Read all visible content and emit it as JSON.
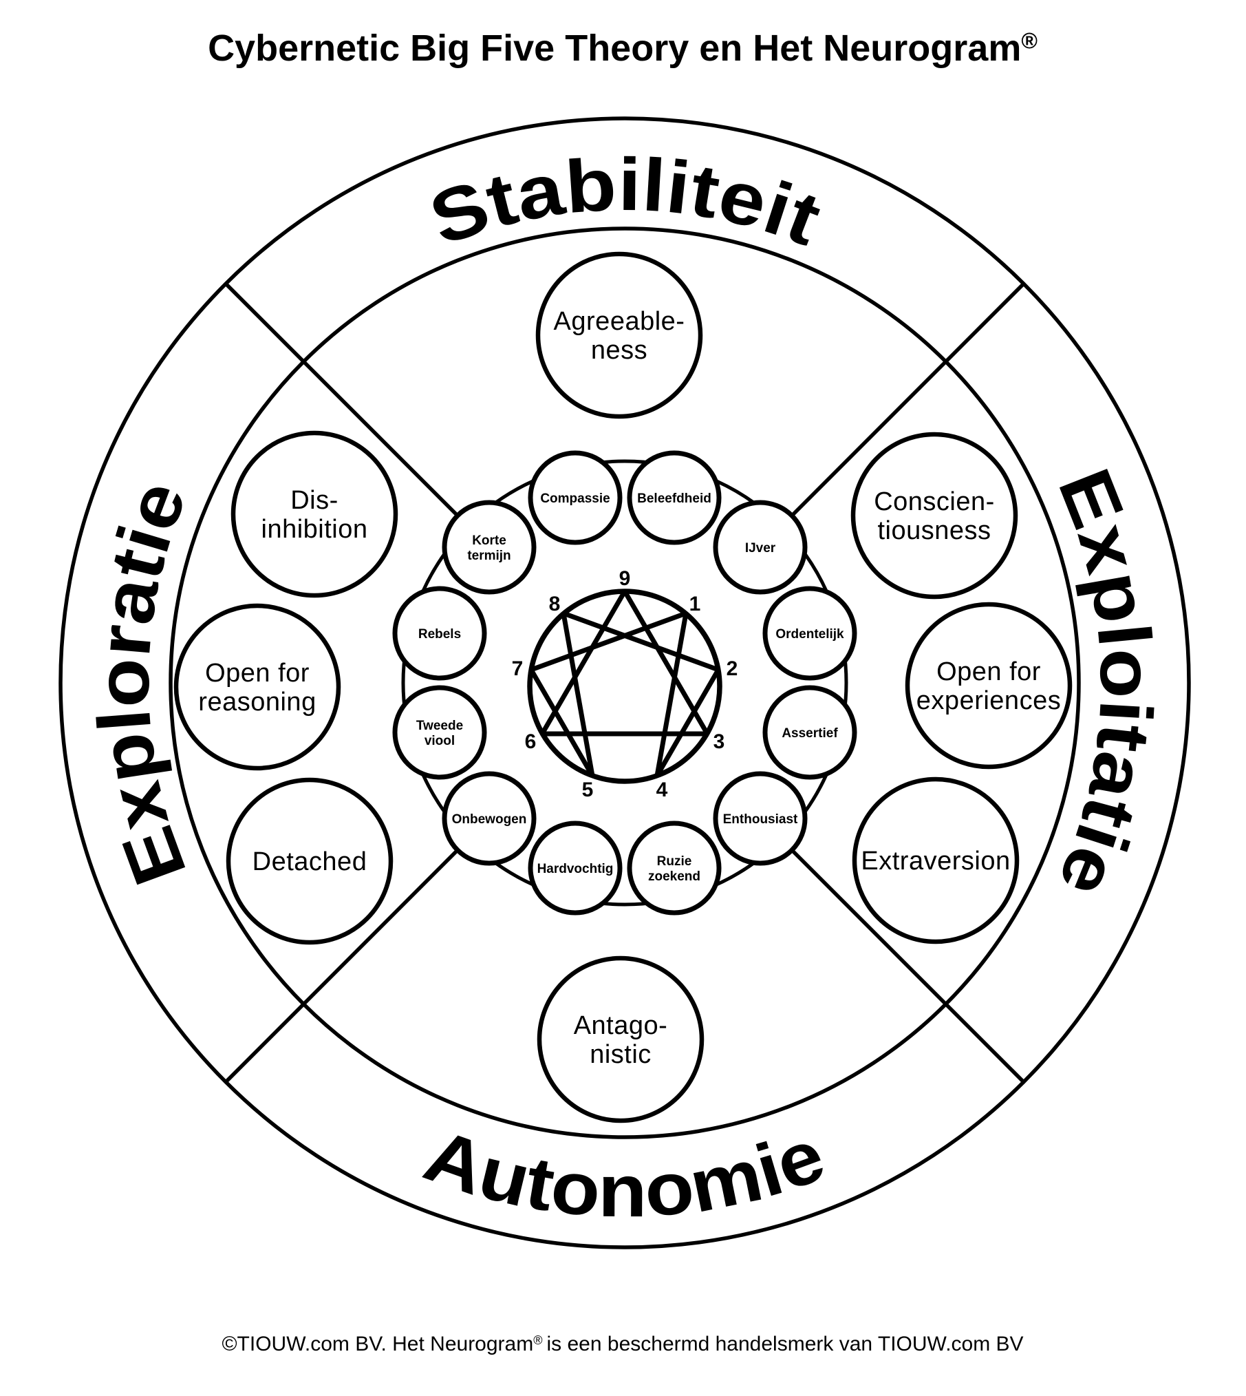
{
  "title": {
    "text": "Cybernetic Big Five Theory en Het Neurogram",
    "reg": "®"
  },
  "footer": {
    "pre": "©TIOUW.com BV. Het Neurogram",
    "reg": "®",
    "post": "is een beschermd handelsmerk van TIOUW.com BV"
  },
  "colors": {
    "ink": "#000000",
    "background": "#ffffff"
  },
  "outer_ring": {
    "top": "Stabiliteit",
    "right": "Exploitatie",
    "bottom": "Autonomie",
    "left": "Exploratie"
  },
  "big5": [
    {
      "id": "agreeableness",
      "lines": [
        "Agreeable-",
        "ness"
      ]
    },
    {
      "id": "conscientiousness",
      "lines": [
        "Conscien-",
        "tiousness"
      ]
    },
    {
      "id": "open-for-experiences",
      "lines": [
        "Open for",
        "experiences"
      ]
    },
    {
      "id": "extraversion",
      "lines": [
        "Extraversion"
      ]
    },
    {
      "id": "antagonistic",
      "lines": [
        "Antago-",
        "nistic"
      ]
    },
    {
      "id": "detached",
      "lines": [
        "Detached"
      ]
    },
    {
      "id": "open-for-reasoning",
      "lines": [
        "Open for",
        "reasoning"
      ]
    },
    {
      "id": "disinhibition",
      "lines": [
        "Dis-",
        "inhibition"
      ]
    }
  ],
  "facets": [
    {
      "id": "compassie",
      "lines": [
        "Compassie"
      ]
    },
    {
      "id": "beleefdheid",
      "lines": [
        "Beleefdheid"
      ]
    },
    {
      "id": "ijver",
      "lines": [
        "IJver"
      ]
    },
    {
      "id": "ordentelijk",
      "lines": [
        "Ordentelijk"
      ]
    },
    {
      "id": "assertief",
      "lines": [
        "Assertief"
      ]
    },
    {
      "id": "enthousiast",
      "lines": [
        "Enthousiast"
      ]
    },
    {
      "id": "ruzie-zoekend",
      "lines": [
        "Ruzie",
        "zoekend"
      ]
    },
    {
      "id": "hardvochtig",
      "lines": [
        "Hardvochtig"
      ]
    },
    {
      "id": "onbewogen",
      "lines": [
        "Onbewogen"
      ]
    },
    {
      "id": "tweede-viool",
      "lines": [
        "Tweede",
        "viool"
      ]
    },
    {
      "id": "rebels",
      "lines": [
        "Rebels"
      ]
    },
    {
      "id": "korte-termijn",
      "lines": [
        "Korte",
        "termijn"
      ]
    }
  ],
  "enneagram": {
    "points": [
      "9",
      "1",
      "2",
      "3",
      "4",
      "5",
      "6",
      "7",
      "8"
    ],
    "connections": [
      "9-3",
      "3-6",
      "6-9",
      "1-4",
      "4-2",
      "2-8",
      "8-5",
      "5-7",
      "7-1"
    ]
  }
}
